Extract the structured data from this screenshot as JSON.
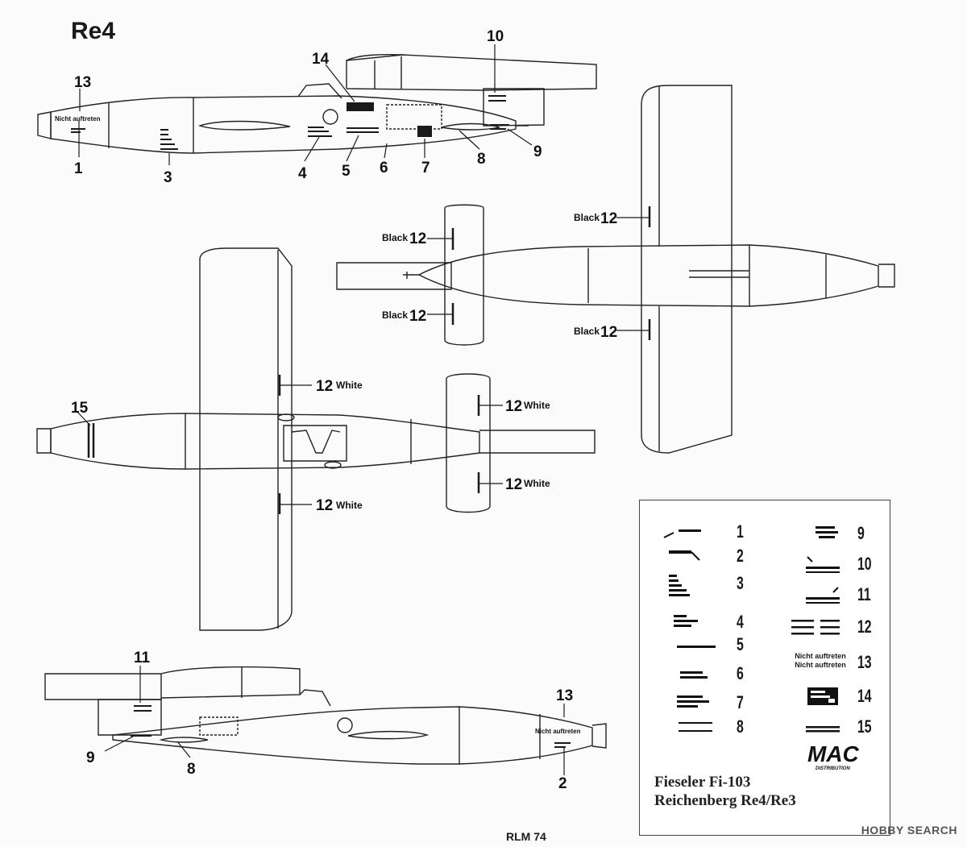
{
  "variant_title": "Re4",
  "color_note": "RLM 74",
  "callouts": {
    "n1": "1",
    "n2": "2",
    "n3": "3",
    "n4": "4",
    "n5": "5",
    "n6": "6",
    "n7": "7",
    "n8": "8",
    "n9": "9",
    "n10": "10",
    "n11": "11",
    "n12": "12",
    "n13": "13",
    "n14": "14",
    "n15": "15",
    "black": "Black",
    "white": "White",
    "nicht": "Nicht auftreten"
  },
  "legend": {
    "items": [
      "1",
      "2",
      "3",
      "4",
      "5",
      "6",
      "7",
      "8",
      "9",
      "10",
      "11",
      "12",
      "13",
      "14",
      "15"
    ],
    "nicht_line1": "Nicht auftreten",
    "nicht_line2": "Nicht auftreten",
    "brand": "MAC",
    "brand_sub": "DISTRIBUTION",
    "caption_line1": "Fieseler Fi-103",
    "caption_line2": "Reichenberg Re4/Re3"
  },
  "watermark": "HOBBY SEARCH",
  "colors": {
    "ink": "#1a1a1a",
    "background": "#fbfbfb",
    "legend_box": "#ffffff"
  }
}
